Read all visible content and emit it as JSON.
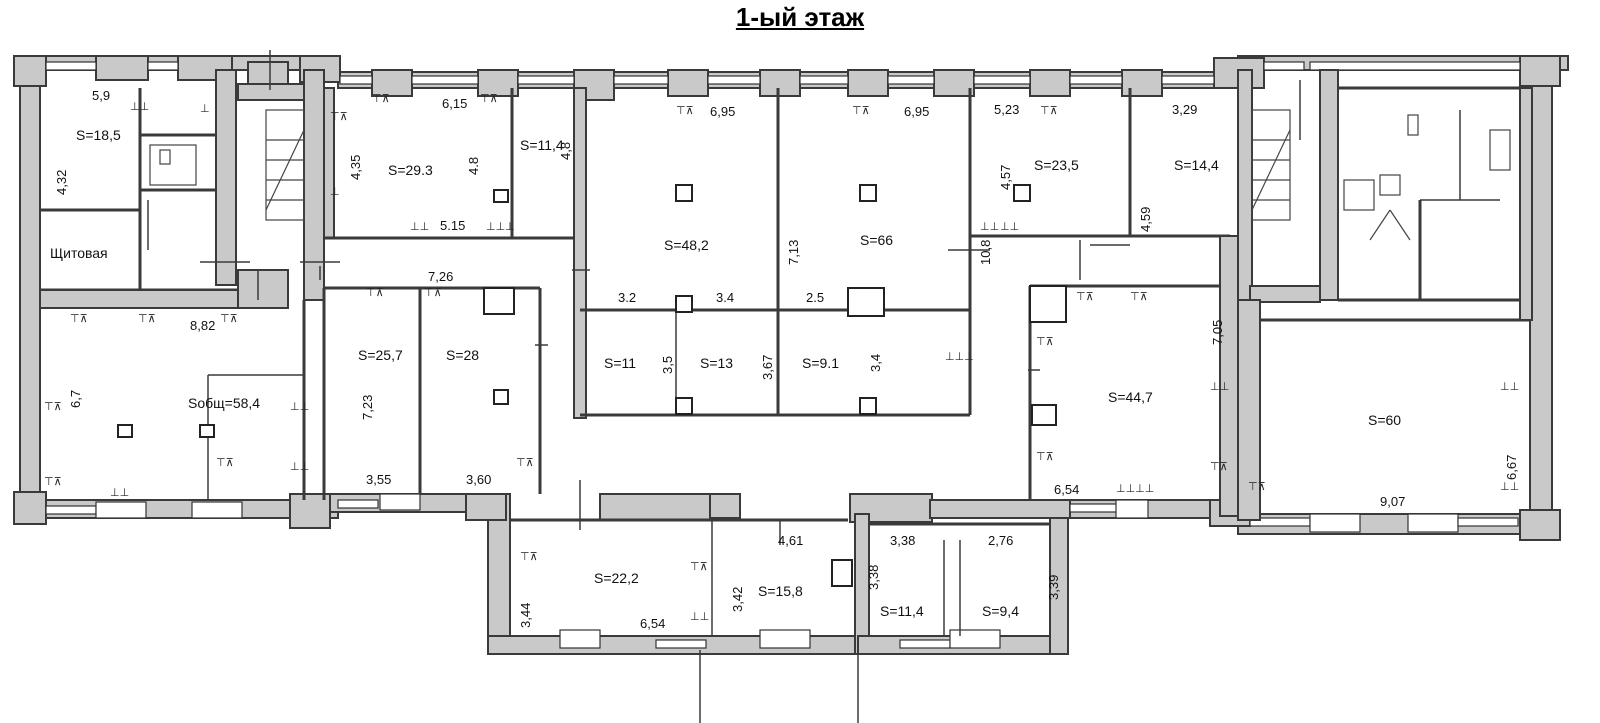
{
  "title": "1-ый этаж",
  "rooms": [
    {
      "id": "r1",
      "label": "S=18,5"
    },
    {
      "id": "r2",
      "label": "Щитовая"
    },
    {
      "id": "r3",
      "label": "Sобщ=58,4"
    },
    {
      "id": "r4",
      "label": "S=29.3"
    },
    {
      "id": "r5",
      "label": "S=11,4"
    },
    {
      "id": "r6",
      "label": "S=25,7"
    },
    {
      "id": "r7",
      "label": "S=28"
    },
    {
      "id": "r8",
      "label": "S=48,2"
    },
    {
      "id": "r9",
      "label": "S=66"
    },
    {
      "id": "r10",
      "label": "S=11"
    },
    {
      "id": "r11",
      "label": "S=13"
    },
    {
      "id": "r12",
      "label": "S=9.1"
    },
    {
      "id": "r13",
      "label": "S=23,5"
    },
    {
      "id": "r14",
      "label": "S=14,4"
    },
    {
      "id": "r15",
      "label": "S=44,7"
    },
    {
      "id": "r16",
      "label": "S=60"
    },
    {
      "id": "r17",
      "label": "S=22,2"
    },
    {
      "id": "r18",
      "label": "S=15,8"
    },
    {
      "id": "r19",
      "label": "S=11,4"
    },
    {
      "id": "r20",
      "label": "S=9,4"
    }
  ],
  "dimensions": [
    {
      "id": "d1",
      "text": "5,9"
    },
    {
      "id": "d2",
      "text": "4,32"
    },
    {
      "id": "d3",
      "text": "6,15"
    },
    {
      "id": "d4",
      "text": "4,35"
    },
    {
      "id": "d5",
      "text": "4.8"
    },
    {
      "id": "d6",
      "text": "4,8"
    },
    {
      "id": "d7",
      "text": "5.15"
    },
    {
      "id": "d8",
      "text": "6,95"
    },
    {
      "id": "d9",
      "text": "6,95"
    },
    {
      "id": "d10",
      "text": "5,23"
    },
    {
      "id": "d11",
      "text": "3,29"
    },
    {
      "id": "d12",
      "text": "4,57"
    },
    {
      "id": "d13",
      "text": "4,59"
    },
    {
      "id": "d14",
      "text": "7,13"
    },
    {
      "id": "d15",
      "text": "10,8"
    },
    {
      "id": "d16",
      "text": "7,26"
    },
    {
      "id": "d17",
      "text": "8,82"
    },
    {
      "id": "d18",
      "text": "6,7"
    },
    {
      "id": "d19",
      "text": "7,23"
    },
    {
      "id": "d20",
      "text": "3,55"
    },
    {
      "id": "d21",
      "text": "3,60"
    },
    {
      "id": "d22",
      "text": "3.2"
    },
    {
      "id": "d23",
      "text": "3.4"
    },
    {
      "id": "d24",
      "text": "2.5"
    },
    {
      "id": "d25",
      "text": "3,5"
    },
    {
      "id": "d26",
      "text": "3,67"
    },
    {
      "id": "d27",
      "text": "3,4"
    },
    {
      "id": "d28",
      "text": "7,05"
    },
    {
      "id": "d29",
      "text": "6,54"
    },
    {
      "id": "d30",
      "text": "6,67"
    },
    {
      "id": "d31",
      "text": "9,07"
    },
    {
      "id": "d32",
      "text": "4,61"
    },
    {
      "id": "d33",
      "text": "3,44"
    },
    {
      "id": "d34",
      "text": "6,54"
    },
    {
      "id": "d35",
      "text": "3,42"
    },
    {
      "id": "d36",
      "text": "3,38"
    },
    {
      "id": "d37",
      "text": "2,76"
    },
    {
      "id": "d38",
      "text": "3,38"
    },
    {
      "id": "d39",
      "text": "3,39"
    }
  ],
  "icons": [
    "radiator-icon",
    "column-icon",
    "staircase-icon",
    "window-icon",
    "toilet-icon",
    "door-icon"
  ]
}
